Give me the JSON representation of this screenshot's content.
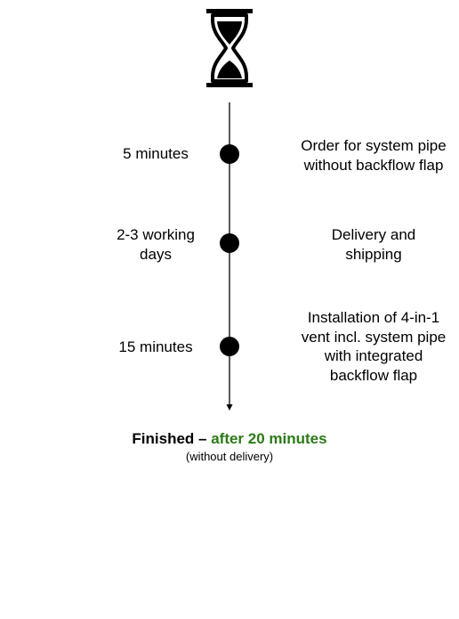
{
  "colors": {
    "ink": "#000000",
    "accent": "#2b7a17"
  },
  "header": {
    "icon": "hourglass-icon"
  },
  "steps": [
    {
      "duration_lines": [
        "5 minutes"
      ],
      "description_lines": [
        "Order for system pipe",
        "without backflow flap"
      ]
    },
    {
      "duration_lines": [
        "2-3 working",
        "days"
      ],
      "description_lines": [
        "Delivery and",
        "shipping"
      ]
    },
    {
      "duration_lines": [
        "15 minutes"
      ],
      "description_lines": [
        "Installation of 4-in-1",
        "vent incl. system pipe",
        "with integrated",
        "backflow flap"
      ]
    }
  ],
  "result": {
    "prefix": "Finished – ",
    "highlight": "after 20 minutes",
    "note": "(without delivery)"
  }
}
